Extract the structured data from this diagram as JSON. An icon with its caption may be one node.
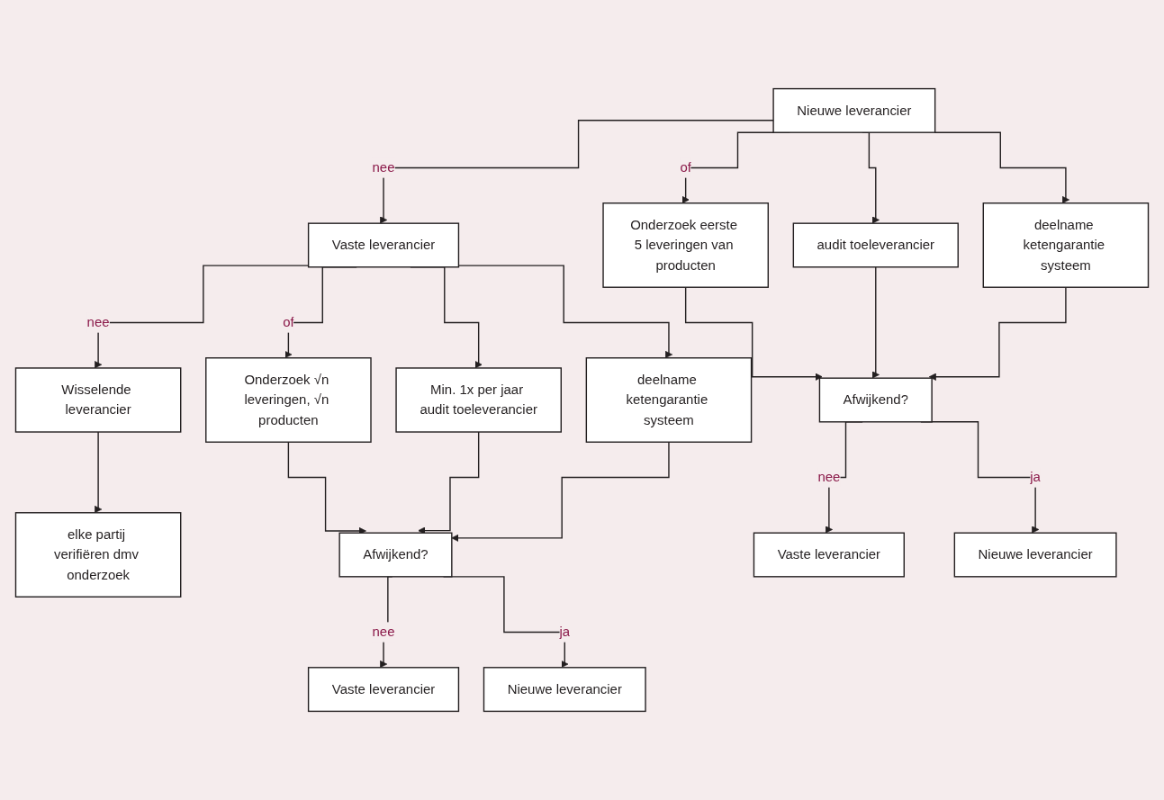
{
  "diagram": {
    "nodes": [
      {
        "text": [
          "Nieuwe leverancier"
        ]
      },
      {
        "text": [
          "Vaste leverancier"
        ]
      },
      {
        "text": [
          "Wisselende leverancier"
        ]
      },
      {
        "text": [
          "Onderzoek eerste 5 leveringen van producten"
        ]
      },
      {
        "text": [
          "audit toeleverancier"
        ]
      },
      {
        "text": [
          "deelname ketengarantie systeem"
        ]
      },
      {
        "text": [
          "Onderzoek √n leveringen, √n producten"
        ]
      },
      {
        "text": [
          "Min. 1x per jaar audit toeleverancier"
        ]
      },
      {
        "text": [
          "deelname ketengarantie systeem"
        ]
      },
      {
        "text": [
          "elke partij verifiëren dmv onderzoek"
        ]
      },
      {
        "text": [
          "Afwijkend?"
        ]
      },
      {
        "text": [
          "Vaste leverancier"
        ]
      },
      {
        "text": [
          "Nieuwe leverancier"
        ]
      },
      {
        "text": [
          "Afwijkend?"
        ]
      },
      {
        "text": [
          "Vaste leverancier"
        ]
      },
      {
        "text": [
          "Nieuwe leverancier"
        ]
      }
    ],
    "edges": [
      {
        "from": 0,
        "to": 1,
        "arrow": "to",
        "label": "nee"
      },
      {
        "from": 1,
        "to": 2,
        "arrow": "to",
        "label": "nee"
      },
      {
        "from": 0,
        "to": 3,
        "arrow": "to",
        "label": "of"
      },
      {
        "from": 0,
        "to": 4,
        "arrow": "to"
      },
      {
        "from": 0,
        "to": 5,
        "arrow": "to"
      },
      {
        "from": 1,
        "to": 6,
        "arrow": "to",
        "label": "of"
      },
      {
        "from": 1,
        "to": 7,
        "arrow": "to"
      },
      {
        "from": 1,
        "to": 8,
        "arrow": "to"
      },
      {
        "from": 2,
        "to": 9,
        "arrow": "to"
      },
      {
        "from": 3,
        "to": 10,
        "arrow": "to"
      },
      {
        "from": 4,
        "to": 10,
        "arrow": "to"
      },
      {
        "from": 5,
        "to": 10,
        "arrow": "to"
      },
      {
        "from": 6,
        "to": 13,
        "arrow": "to"
      },
      {
        "from": 7,
        "to": 13,
        "arrow": "to"
      },
      {
        "from": 8,
        "to": 13,
        "arrow": "to"
      },
      {
        "from": 10,
        "to": 11,
        "arrow": "to",
        "label": "nee"
      },
      {
        "from": 10,
        "to": 12,
        "arrow": "to",
        "label": "ja"
      },
      {
        "from": 13,
        "to": 14,
        "arrow": "to",
        "label": "nee"
      },
      {
        "from": 13,
        "to": 15,
        "arrow": "to",
        "label": "ja"
      }
    ]
  }
}
